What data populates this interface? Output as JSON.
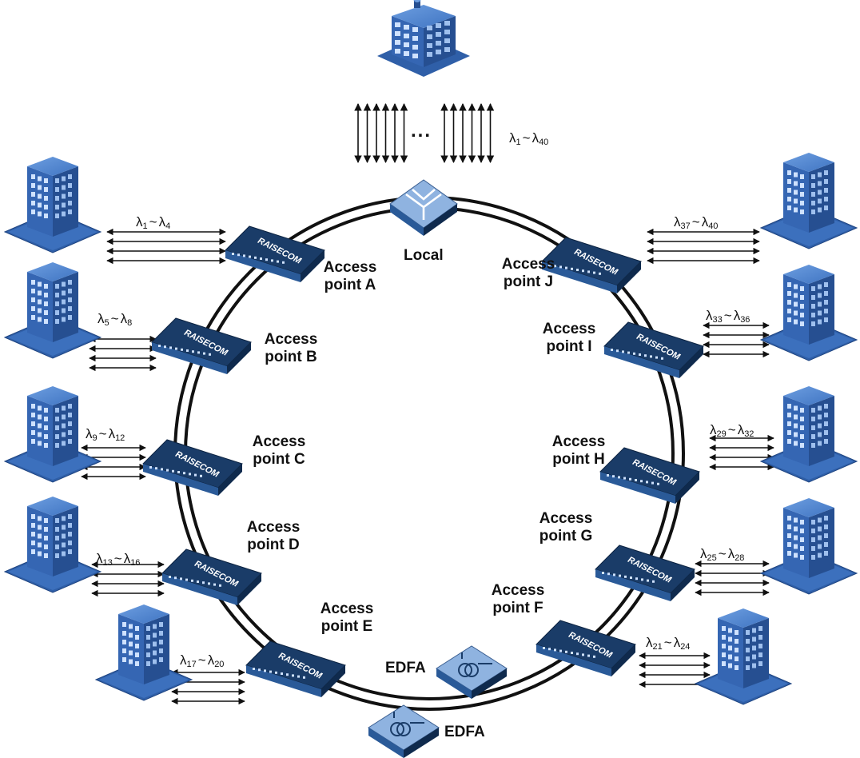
{
  "local": {
    "label": "Local"
  },
  "trunk": {
    "ellipsis": "...",
    "range": {
      "from": "1",
      "to": "40"
    }
  },
  "edfa_labels": [
    "EDFA",
    "EDFA"
  ],
  "device_brand": "RAISECOM",
  "colors": {
    "building": "#2f5fa8",
    "device": "#1a3c68",
    "ring": "#111111"
  },
  "access_points": [
    {
      "line1": "Access",
      "line2": "point A",
      "wl_from": "1",
      "wl_to": "4"
    },
    {
      "line1": "Access",
      "line2": "point B",
      "wl_from": "5",
      "wl_to": "8"
    },
    {
      "line1": "Access",
      "line2": "point C",
      "wl_from": "9",
      "wl_to": "12"
    },
    {
      "line1": "Access",
      "line2": "point D",
      "wl_from": "13",
      "wl_to": "16"
    },
    {
      "line1": "Access",
      "line2": "point E",
      "wl_from": "17",
      "wl_to": "20"
    },
    {
      "line1": "Access",
      "line2": "point F",
      "wl_from": "21",
      "wl_to": "24"
    },
    {
      "line1": "Access",
      "line2": "point G",
      "wl_from": "25",
      "wl_to": "28"
    },
    {
      "line1": "Access",
      "line2": "point H",
      "wl_from": "29",
      "wl_to": "32"
    },
    {
      "line1": "Access",
      "line2": "point I",
      "wl_from": "33",
      "wl_to": "36"
    },
    {
      "line1": "Access",
      "line2": "point J",
      "wl_from": "37",
      "wl_to": "40"
    }
  ]
}
